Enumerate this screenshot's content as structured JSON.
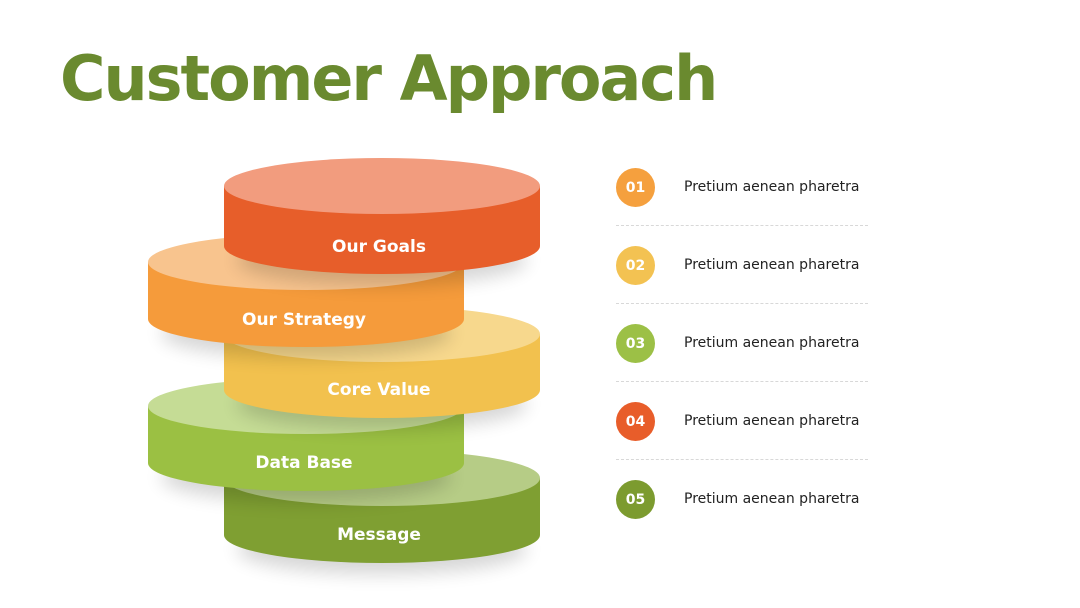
{
  "title": "Customer Approach",
  "stack": [
    {
      "label": "Our Goals",
      "top": "#f29c7e",
      "side": "#e75e2a"
    },
    {
      "label": "Our Strategy",
      "top": "#f8c48e",
      "side": "#f59b3b"
    },
    {
      "label": "Core Value",
      "top": "#f7d88d",
      "side": "#f2c14e"
    },
    {
      "label": "Data Base",
      "top": "#c5dc95",
      "side": "#9bc043"
    },
    {
      "label": "Message",
      "top": "#b6cc86",
      "side": "#7f9f32"
    }
  ],
  "list": [
    {
      "number": "01",
      "text": "Pretium aenean pharetra",
      "color": "#f5a03e"
    },
    {
      "number": "02",
      "text": "Pretium aenean pharetra",
      "color": "#f3c252"
    },
    {
      "number": "03",
      "text": "Pretium aenean pharetra",
      "color": "#9cc046"
    },
    {
      "number": "04",
      "text": "Pretium aenean pharetra",
      "color": "#e85d2a"
    },
    {
      "number": "05",
      "text": "Pretium aenean pharetra",
      "color": "#7c9b2f"
    }
  ]
}
